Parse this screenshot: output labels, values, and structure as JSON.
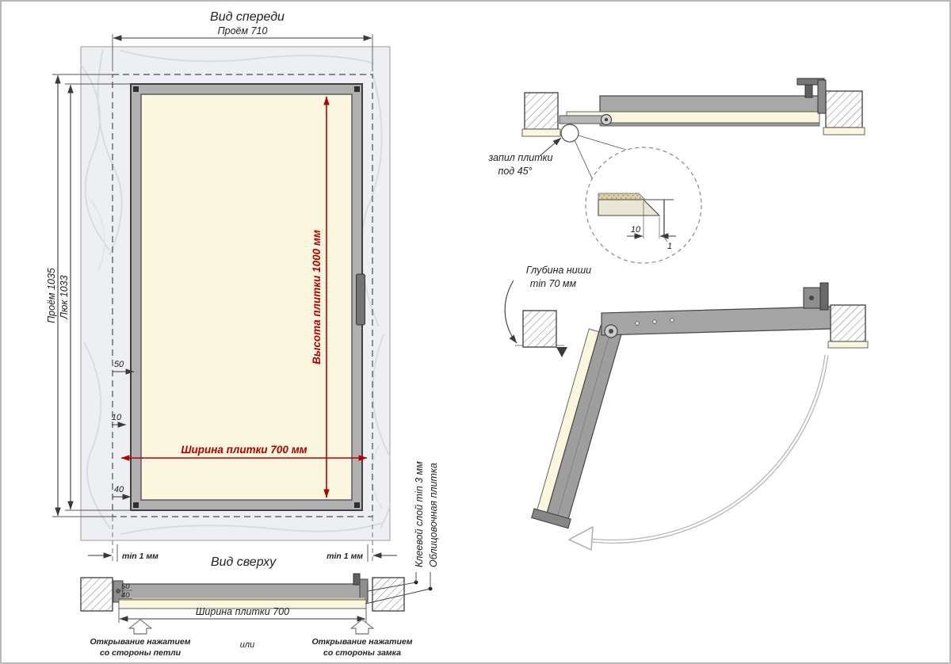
{
  "colors": {
    "dimension_red": "#b40000",
    "tile_cream": "#fbf7df",
    "frame_gray": "#a8a8a8",
    "wall_marble": "#eeeff2"
  },
  "front_view": {
    "title": "Вид спереди",
    "dims": {
      "opening_width": "Проём 710",
      "opening_height": "Проём 1035",
      "hatch_height": "Люк 1033",
      "tile_height": "Высота плитки 1000 мм",
      "tile_width": "Ширина плитки 700 мм",
      "offset_50": "50",
      "offset_10": "10",
      "offset_40": "40",
      "gap_left": "min 1 мм",
      "gap_right": "min 1 мм"
    }
  },
  "top_view": {
    "title": "Вид сверху",
    "dims": {
      "offset_50": "50",
      "offset_40": "40",
      "tile_width": "Ширина плитки 700"
    },
    "labels": {
      "adhesive": "Клеевой слой min 3 мм",
      "tile": "Облицовочная плитка",
      "open_hinge_1": "Открывание нажатием",
      "open_hinge_2": "со стороны петли",
      "or": "или",
      "open_lock_1": "Открывание нажатием",
      "open_lock_2": "со стороны замка"
    }
  },
  "section_closed": {
    "label_cut_1": "запил плитки",
    "label_cut_2": "под 45°",
    "detail": {
      "dim_10": "10",
      "dim_1": "1"
    }
  },
  "section_open": {
    "label_niche_1": "Глубина ниши",
    "label_niche_2": "min 70 мм"
  }
}
